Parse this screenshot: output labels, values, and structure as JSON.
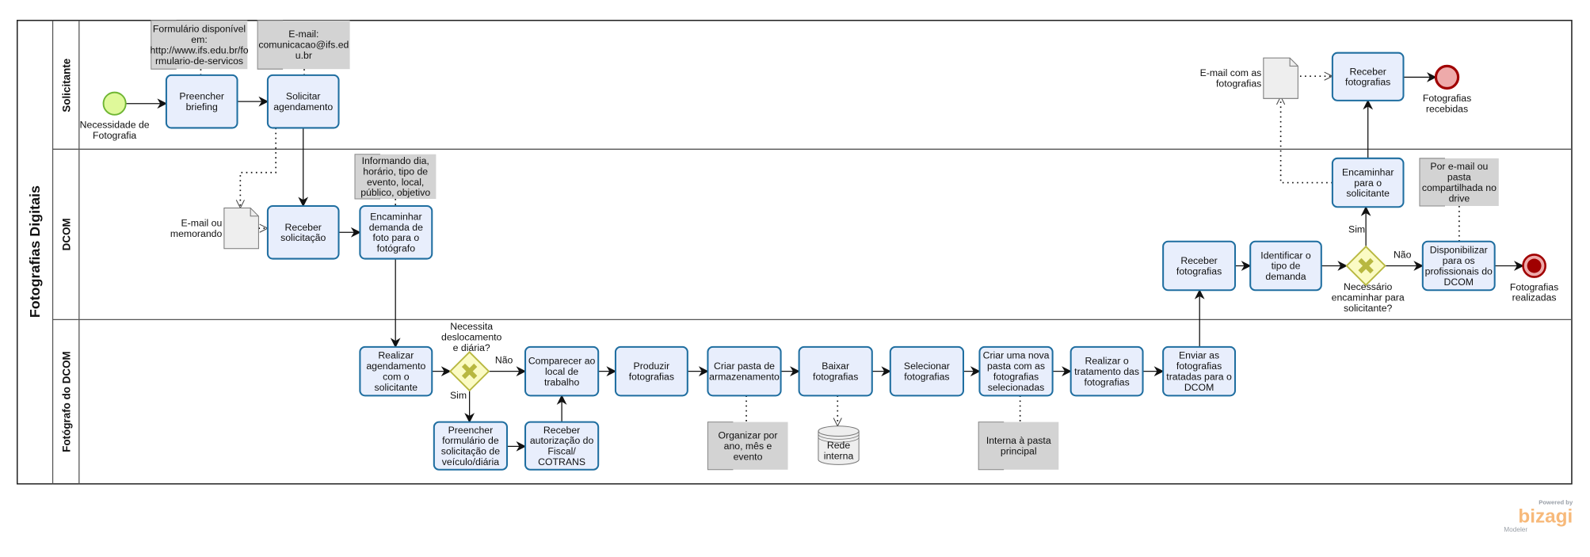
{
  "pool": {
    "title": "Fotografias Digitais"
  },
  "lanes": [
    {
      "id": "solicitante",
      "label": "Solicitante"
    },
    {
      "id": "dcom",
      "label": "DCOM"
    },
    {
      "id": "fotografo",
      "label": "Fotógrafo do DCOM"
    }
  ],
  "tasks": {
    "preencher_briefing": {
      "lines": [
        "Preencher",
        "briefing"
      ]
    },
    "solicitar_agendamento": {
      "lines": [
        "Solicitar",
        "agendamento"
      ]
    },
    "receber_fotografias_sol": {
      "lines": [
        "Receber",
        "fotografias"
      ]
    },
    "receber_solicitacao": {
      "lines": [
        "Receber",
        "solicitação"
      ]
    },
    "encaminhar_demanda": {
      "lines": [
        "Encaminhar",
        "demanda de",
        "foto para o",
        "fotógrafo"
      ]
    },
    "receber_fotografias_dcom": {
      "lines": [
        "Receber",
        "fotografias"
      ]
    },
    "identificar_tipo": {
      "lines": [
        "Identificar o",
        "tipo de",
        "demanda"
      ]
    },
    "encaminhar_solicitante": {
      "lines": [
        "Encaminhar",
        "para o",
        "solicitante"
      ]
    },
    "disponibilizar": {
      "lines": [
        "Disponibilizar",
        "para os",
        "profissionais do",
        "DCOM"
      ]
    },
    "realizar_agendamento": {
      "lines": [
        "Realizar",
        "agendamento",
        "com o",
        "solicitante"
      ]
    },
    "comparecer": {
      "lines": [
        "Comparecer ao",
        "local de",
        "trabalho"
      ]
    },
    "produzir": {
      "lines": [
        "Produzir",
        "fotografias"
      ]
    },
    "criar_pasta": {
      "lines": [
        "Criar pasta de",
        "armazenamento"
      ]
    },
    "baixar": {
      "lines": [
        "Baixar",
        "fotografias"
      ]
    },
    "selecionar": {
      "lines": [
        "Selecionar",
        "fotografias"
      ]
    },
    "criar_nova_pasta": {
      "lines": [
        "Criar uma nova",
        "pasta com as",
        "fotografias",
        "selecionadas"
      ]
    },
    "realizar_tratamento": {
      "lines": [
        "Realizar o",
        "tratamento das",
        "fotografias"
      ]
    },
    "enviar": {
      "lines": [
        "Enviar as",
        "fotografias",
        "tratadas para o",
        "DCOM"
      ]
    },
    "preencher_formulario": {
      "lines": [
        "Preencher",
        "formulário de",
        "solicitação de",
        "veículo/diária"
      ]
    },
    "receber_autorizacao": {
      "lines": [
        "Receber",
        "autorização do",
        "Fiscal/",
        "COTRANS"
      ]
    }
  },
  "events": {
    "start": {
      "type": "start",
      "lines": [
        "Necessidade de",
        "Fotografia"
      ]
    },
    "end_recebidas": {
      "type": "end",
      "lines": [
        "Fotografias",
        "recebidas"
      ]
    },
    "end_realizadas": {
      "type": "end",
      "lines": [
        "Fotografias",
        "realizadas"
      ]
    }
  },
  "gateways": {
    "gw_deslocamento": {
      "lines": [
        "Necessita",
        "deslocamento",
        "e diária?"
      ]
    },
    "gw_encaminhar": {
      "lines": [
        "Necessário",
        "encaminhar para",
        "solicitante?"
      ]
    }
  },
  "flow_labels": {
    "gw1_sim": "Sim",
    "gw1_nao": "Não",
    "gw2_sim": "Sim",
    "gw2_nao": "Não"
  },
  "annotations": {
    "ann_formulario": {
      "lines": [
        "Formulário disponível",
        "em:",
        "http://www.ifs.edu.br/fo",
        "rmulario-de-servicos"
      ]
    },
    "ann_email": {
      "lines": [
        "E-mail:",
        "comunicacao@ifs.ed",
        "u.br"
      ]
    },
    "ann_informando": {
      "lines": [
        "Informando dia,",
        "horário, tipo de",
        "evento, local,",
        "público, objetivo"
      ]
    },
    "ann_drive": {
      "lines": [
        "Por e-mail ou",
        "pasta",
        "compartilhada no",
        "drive"
      ]
    },
    "ann_organizar": {
      "lines": [
        "Organizar por",
        "ano, mês e",
        "evento"
      ]
    },
    "ann_interna": {
      "lines": [
        "Interna à pasta",
        "principal"
      ]
    }
  },
  "documents": {
    "doc_email_memorando": {
      "lines": [
        "E-mail ou",
        "memorando"
      ]
    },
    "doc_email_fotos": {
      "lines": [
        "E-mail com as",
        "fotografias"
      ]
    }
  },
  "datastores": {
    "rede_interna": {
      "lines": [
        "Rede",
        "interna"
      ]
    }
  },
  "logo": {
    "powered": "Powered by",
    "brand": "bizagi",
    "product": "Modeler"
  },
  "colors": {
    "task_fill": "#e8eefc",
    "task_stroke": "#1f6ea0",
    "start_fill": "#dff99a",
    "start_stroke": "#6eb532",
    "end_fill": "#eeaaaa",
    "end_stroke": "#a00000",
    "end_inner": "#a00000",
    "gateway_fill": "#fbfbc4",
    "gateway_stroke": "#b8b840",
    "annotation_fill": "#d3d3d3",
    "brand": "#f7b97a"
  }
}
